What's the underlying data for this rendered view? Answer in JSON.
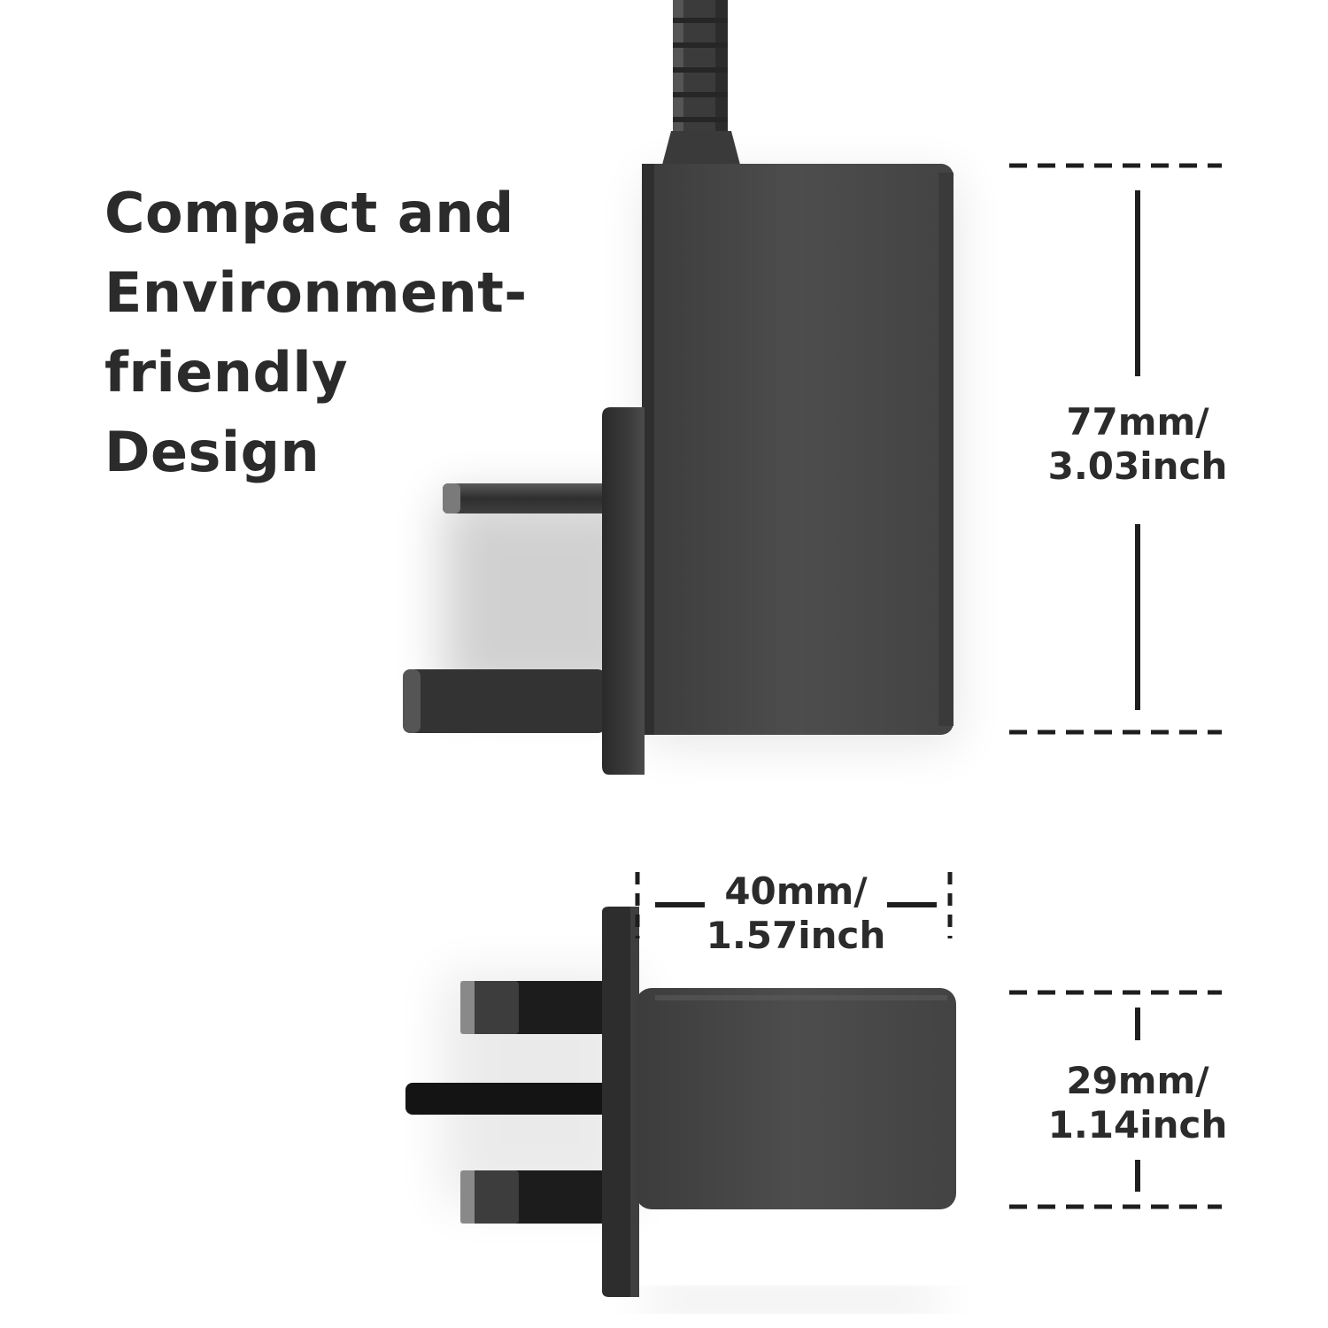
{
  "headline": {
    "line1": "Compact and",
    "line2": "Environment-",
    "line3": "friendly",
    "line4": "Design"
  },
  "dimensions": {
    "height": {
      "metric": "77mm/",
      "imperial": "3.03inch"
    },
    "width": {
      "metric": "40mm/",
      "imperial": "1.57inch"
    },
    "depth": {
      "metric": "29mm/",
      "imperial": "1.14inch"
    }
  },
  "colors": {
    "text": "#2b2b2b",
    "body": "#4a4a4a",
    "plate": "#2a2a2a",
    "pin": "#3a3a3a",
    "background": "#ffffff",
    "dimension_line": "#1e1e1e"
  },
  "icons": {
    "product": "uk-plug-power-adapter"
  }
}
